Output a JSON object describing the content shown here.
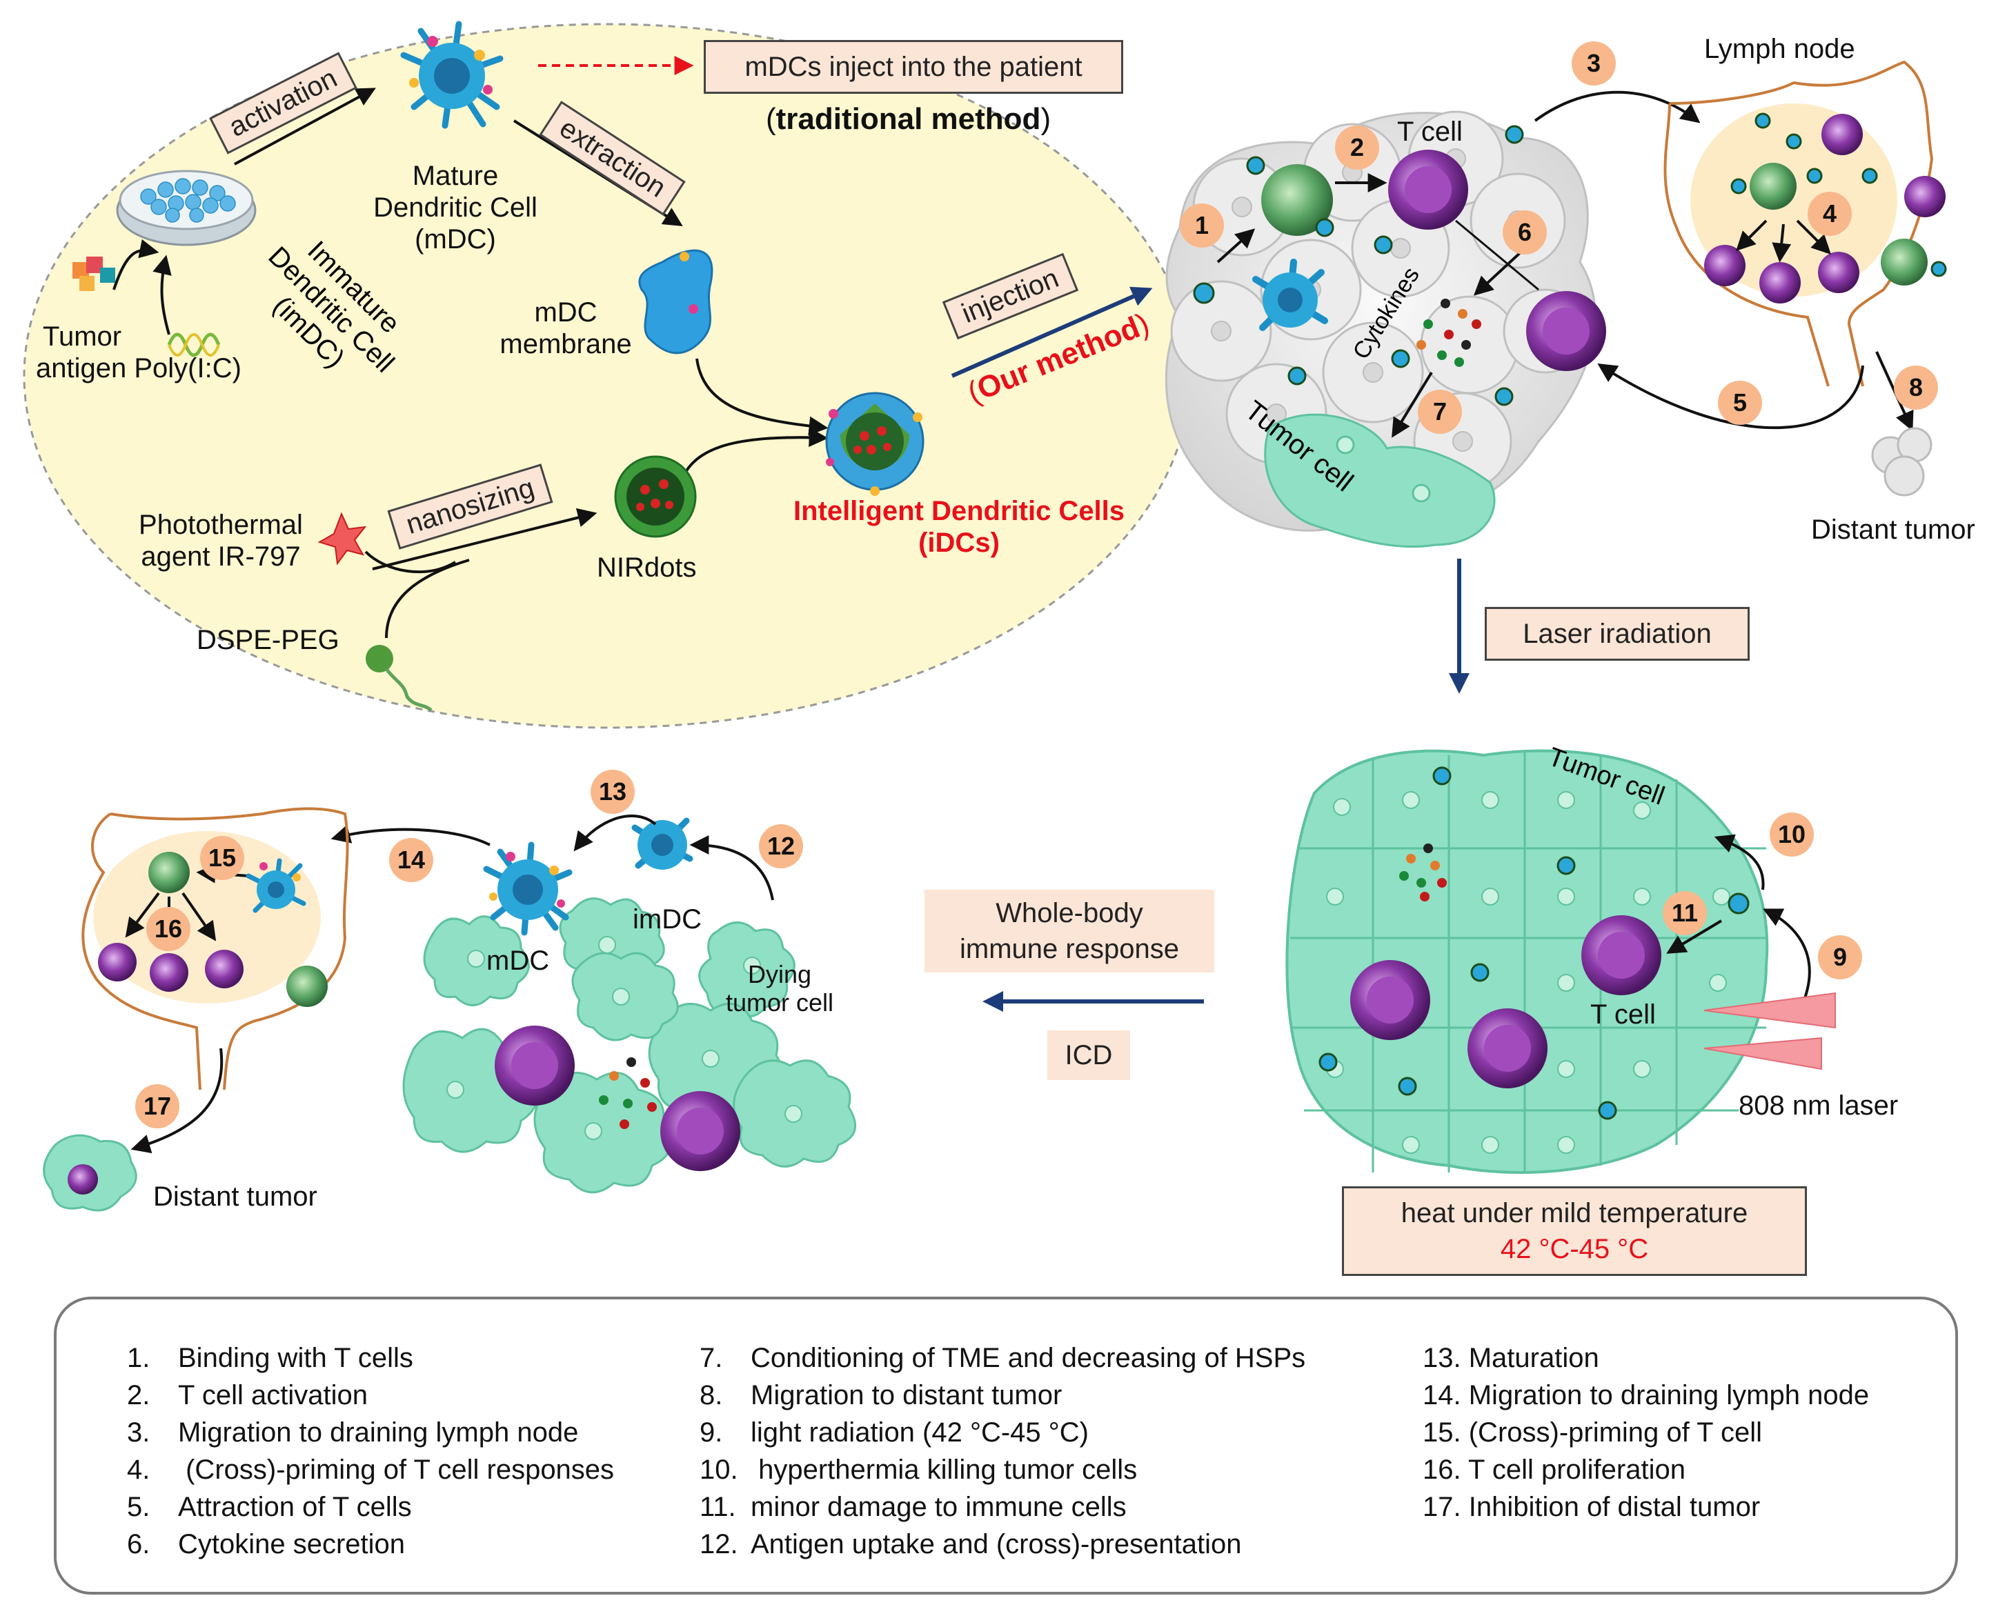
{
  "top_left": {
    "activation": "activation",
    "extraction": "extraction",
    "mature_dc": [
      "Mature",
      "Dendritic Cell",
      "(mDC)"
    ],
    "immature_dc": [
      "Immature",
      "Dendritic Cell",
      "(imDC)"
    ],
    "tumor_antigen": [
      "Tumor",
      "antigen Poly(I:C)"
    ],
    "mdc_membrane": [
      "mDC",
      "membrane"
    ],
    "photothermal": [
      "Photothermal",
      "agent IR-797"
    ],
    "nanosizing": "nanosizing",
    "dspe_peg": "DSPE-PEG",
    "nirdots": "NIRdots",
    "mdcs_inject": "mDCs inject into the patient",
    "traditional_method": "traditional method",
    "injection": "injection",
    "our_method": "Our method",
    "idcs": [
      "Intelligent Dendritic Cells",
      "(iDCs)"
    ]
  },
  "top_right": {
    "t_cell": "T cell",
    "cytokines": "Cytokines",
    "tumor_cell": "Tumor cell",
    "lymph_node": "Lymph node",
    "distant_tumor": "Distant tumor",
    "laser_iradiation": "Laser  iradiation"
  },
  "bottom_right": {
    "tumor_cell": "Tumor cell",
    "t_cell": "T cell",
    "laser": "808 nm laser",
    "heat_label": "heat under mild temperature",
    "heat_temp": "42 °C-45 °C"
  },
  "middle": {
    "whole_body": [
      "Whole-body",
      "immune response"
    ],
    "icd": "ICD"
  },
  "bottom_left": {
    "mdc": "mDC",
    "imdc": "imDC",
    "dying": [
      "Dying",
      "tumor cell"
    ],
    "distant_tumor": "Distant tumor"
  },
  "step_numbers": [
    "1",
    "2",
    "3",
    "4",
    "5",
    "6",
    "7",
    "8",
    "9",
    "10",
    "11",
    "12",
    "13",
    "14",
    "15",
    "16",
    "17"
  ],
  "legend": [
    {
      "n": "1.",
      "text": "Binding with T cells"
    },
    {
      "n": "2.",
      "text": "T cell activation"
    },
    {
      "n": "3.",
      "text": "Migration to draining lymph node"
    },
    {
      "n": "4.",
      "text": " (Cross)-priming of T cell responses"
    },
    {
      "n": "5.",
      "text": "Attraction of T cells"
    },
    {
      "n": "6.",
      "text": "Cytokine secretion"
    },
    {
      "n": "7.",
      "text": "Conditioning of TME and decreasing of HSPs"
    },
    {
      "n": "8.",
      "text": "Migration to distant tumor"
    },
    {
      "n": "9.",
      "text": "light radiation  (42 °C-45 °C)"
    },
    {
      "n": "10.",
      "text": " hyperthermia killing tumor cells"
    },
    {
      "n": "11.",
      "text": "minor damage to immune cells"
    },
    {
      "n": "12.",
      "text": "Antigen uptake and (cross)-presentation"
    },
    {
      "n": "13.",
      "text": "Maturation"
    },
    {
      "n": "14.",
      "text": "Migration to draining lymph node"
    },
    {
      "n": "15.",
      "text": "(Cross)-priming of T cell"
    },
    {
      "n": "16.",
      "text": "T cell proliferation"
    },
    {
      "n": "17.",
      "text": "Inhibition of distal tumor"
    }
  ],
  "colors": {
    "bg_circle": "#fdf8d0",
    "tumor_green": "#8fe0c4",
    "tcell_purple": "#7b2f95",
    "dc_blue": "#2aa7d8",
    "badge": "#f8b88b",
    "label_box": "#fbe5d6",
    "accent_red": "#e8101a",
    "arrow_navy": "#1c3c7a"
  }
}
